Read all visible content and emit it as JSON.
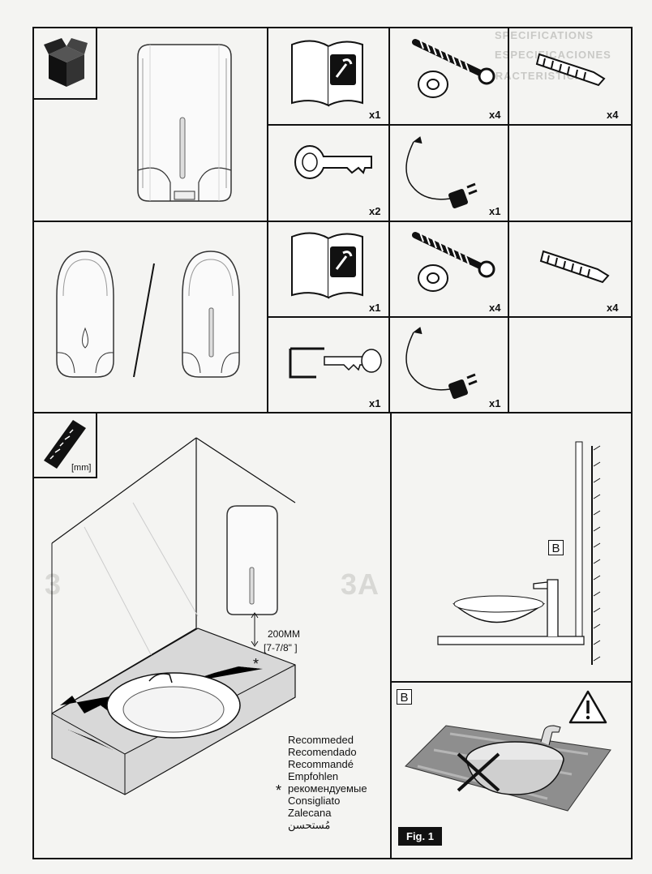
{
  "section1": {
    "qty_manual": "x1",
    "qty_screws": "x4",
    "qty_plugs": "x4",
    "qty_keys": "x2",
    "qty_adapter": "x1"
  },
  "section2": {
    "qty_manual": "x1",
    "qty_screws": "x4",
    "qty_plugs": "x4",
    "qty_key_bracket": "x1",
    "qty_adapter": "x1"
  },
  "section3": {
    "ruler_unit": "[mm]",
    "height_mm": "200MM",
    "height_in": "[7-7/8\" ]",
    "star": "*",
    "recommended": [
      "Recommeded",
      "Recomendado",
      "Recommandé",
      "Empfohlen",
      "рекомендуемые",
      "Consigliato",
      "Zalecana",
      "مُستحسن"
    ]
  },
  "section4": {
    "label_b": "B"
  },
  "section5": {
    "label_b": "B",
    "fig_label": "Fig. 1"
  },
  "icons": [
    "box-icon",
    "manual-icon",
    "screw-icon",
    "washer-icon",
    "wall-plug-icon",
    "key-icon",
    "power-adapter-icon",
    "ruler-icon",
    "warning-icon",
    "cross-icon"
  ]
}
